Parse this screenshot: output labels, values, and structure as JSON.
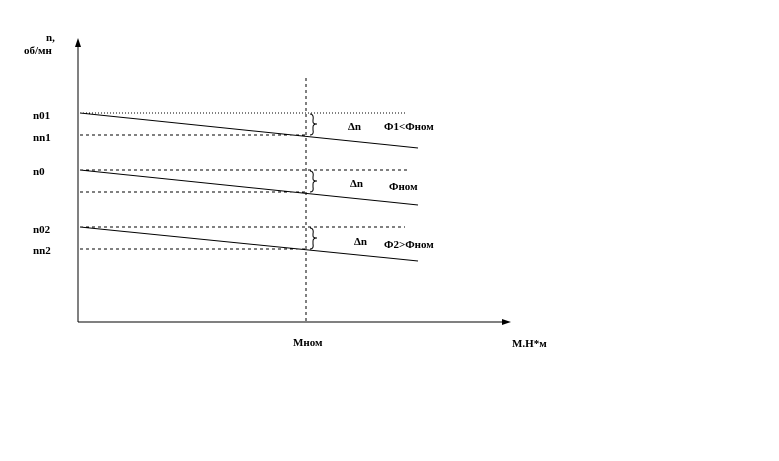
{
  "axes": {
    "y_label_line1": "n,",
    "y_label_line2": "об/мн",
    "x_label": "М.Н*м"
  },
  "labels": {
    "n01": "n01",
    "nn1": "nn1",
    "n0": "n0",
    "n02": "n02",
    "nn2": "nn2",
    "m_nom": "Мном"
  },
  "curves": [
    {
      "delta": "Δn",
      "flux": "Ф1<Фном"
    },
    {
      "delta": "Δn",
      "flux": "Фном"
    },
    {
      "delta": "Δn",
      "flux": "Ф2>Фном"
    }
  ]
}
